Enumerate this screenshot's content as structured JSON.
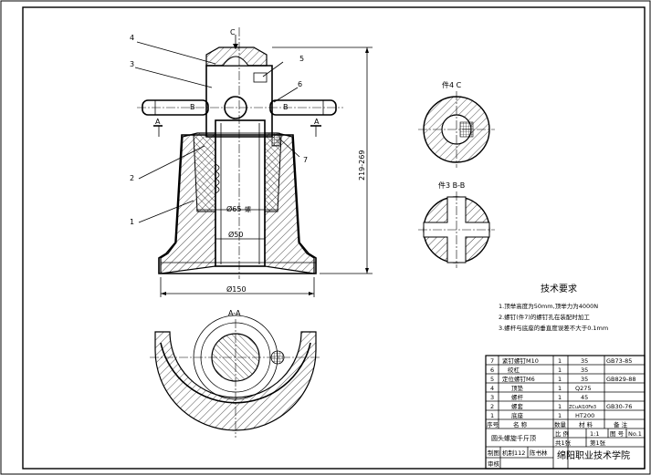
{
  "views": {
    "front": {
      "section_mark": "C",
      "cut_label_left": "A",
      "cut_label_right": "A",
      "b_left": "B",
      "b_right": "B",
      "part_refs": [
        "4",
        "3",
        "5",
        "6",
        "2",
        "7",
        "1"
      ],
      "dims": {
        "thread_dia": "Ø65",
        "thread_note": "螺",
        "inner_dia": "Ø50",
        "base_dia": "Ø150",
        "height": "219-269"
      }
    },
    "view_c": {
      "title": "件4 C"
    },
    "view_bb": {
      "title": "件3 B-B"
    },
    "section_aa": {
      "title": "A-A"
    }
  },
  "tech_requirements": {
    "title": "技术要求",
    "items": [
      "1.顶举高度为50mm,顶举力为4000N",
      "2.螺钉(件7)的螺钉孔在装配时加工",
      "3.螺杆与底座的垂直度误差不大于0.1mm"
    ]
  },
  "parts_list": {
    "rows": [
      {
        "no": "7",
        "name": "紧钉螺钉M10",
        "qty": "1",
        "material": "35",
        "note": "GB73-85"
      },
      {
        "no": "6",
        "name": "绞杠",
        "qty": "1",
        "material": "35",
        "note": ""
      },
      {
        "no": "5",
        "name": "定位螺钉M6",
        "qty": "1",
        "material": "35",
        "note": "GB829-88"
      },
      {
        "no": "4",
        "name": "顶垫",
        "qty": "1",
        "material": "Q275",
        "note": ""
      },
      {
        "no": "3",
        "name": "螺杆",
        "qty": "1",
        "material": "45",
        "note": ""
      },
      {
        "no": "2",
        "name": "螺套",
        "qty": "1",
        "material": "ZCuAl10Fe3",
        "note": "GB30-76"
      },
      {
        "no": "1",
        "name": "底座",
        "qty": "1",
        "material": "HT200",
        "note": ""
      }
    ],
    "header": {
      "no": "序号",
      "name": "名 称",
      "qty": "数量",
      "material": "材 料",
      "note": "备 注"
    }
  },
  "title_block": {
    "drawing_name": "圆头螺旋千斤顶",
    "scale_label": "比 例",
    "scale": "1:1",
    "sheet_label": "图 号",
    "sheet_no": "No.1",
    "sheets_total": "共1张",
    "sheet_num": "第1张",
    "drawn_label": "制图",
    "drawn_by": "机制112",
    "drawer": "陈书林",
    "checked_label": "审核",
    "school": "绵阳职业技术学院"
  }
}
